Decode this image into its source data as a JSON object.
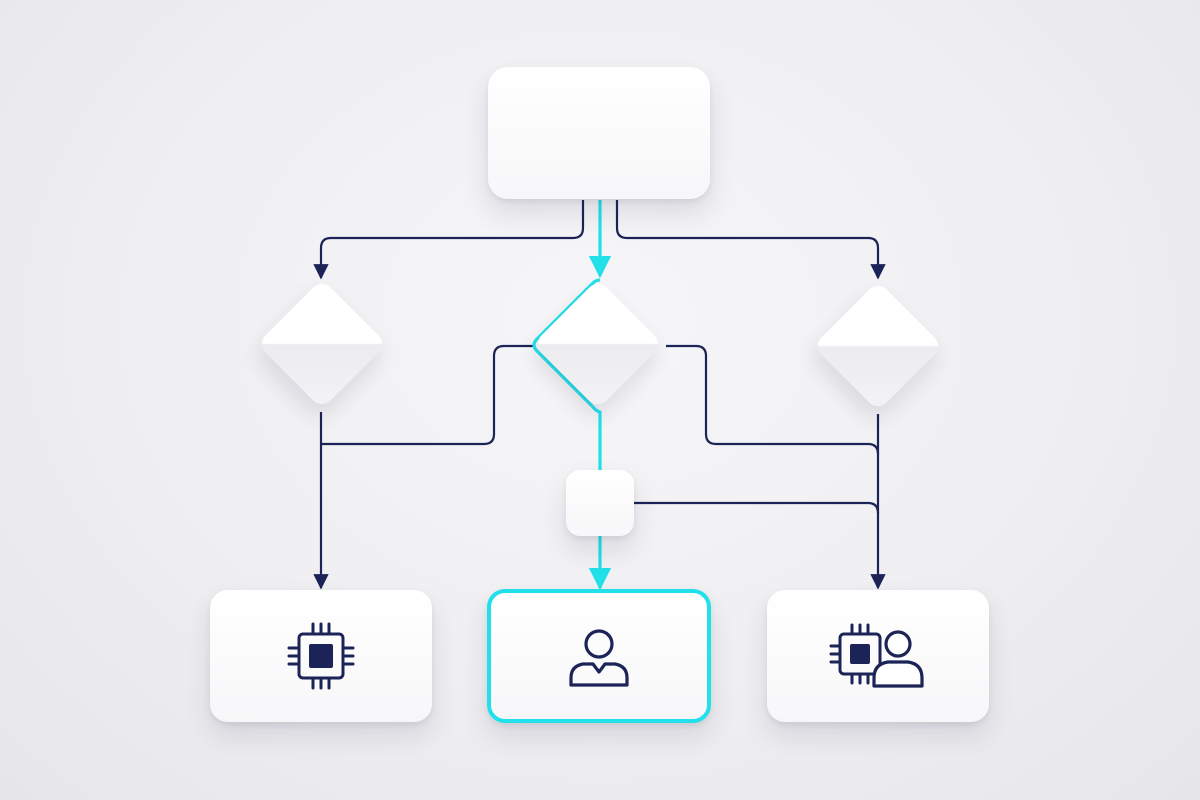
{
  "colors": {
    "background": "#efeff2",
    "node_fill": "#ffffff",
    "connector": "#1c2357",
    "highlight": "#22e0ea",
    "icon": "#1c2357"
  },
  "nodes": {
    "start": {
      "icon": "none"
    },
    "decision_left": {
      "icon": "none"
    },
    "decision_center": {
      "icon": "none",
      "highlighted": true
    },
    "decision_right": {
      "icon": "none"
    },
    "junction": {
      "icon": "none"
    },
    "outcome_left": {
      "icon": "cpu-chip-icon"
    },
    "outcome_center": {
      "icon": "user-icon",
      "highlighted": true
    },
    "outcome_right": {
      "icon": "cpu-chip-and-user-icon"
    }
  },
  "highlighted_path": [
    "start",
    "decision_center",
    "junction",
    "outcome_center"
  ]
}
